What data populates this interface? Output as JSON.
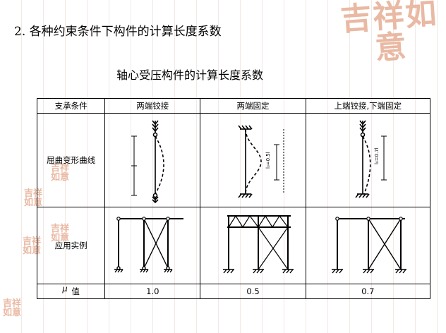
{
  "heading": "2. 各种约束条件下构件的计算长度系数",
  "subtitle": "轴心受压构件的计算长度系数",
  "watermark": {
    "large": "吉祥如意",
    "small": "吉祥如意",
    "color": "#e9b9a3"
  },
  "table": {
    "headers": [
      "支承条件",
      "两端铰接",
      "两端固定",
      "上端铰接,下端固定"
    ],
    "rows": {
      "curve_label": "屈曲变形曲线",
      "application_label": "应用实例",
      "value_symbol": "μ",
      "value_label": "值",
      "values": [
        "1.0",
        "0.5",
        "0.7"
      ]
    },
    "diagram_labels": {
      "fixed_fixed": "l₀=0.5l",
      "pinned_fixed": "l₀=0.7l"
    }
  },
  "colors": {
    "line": "#000000",
    "watermark": "#e9b9a3",
    "stripe": "#f1e9e5"
  }
}
